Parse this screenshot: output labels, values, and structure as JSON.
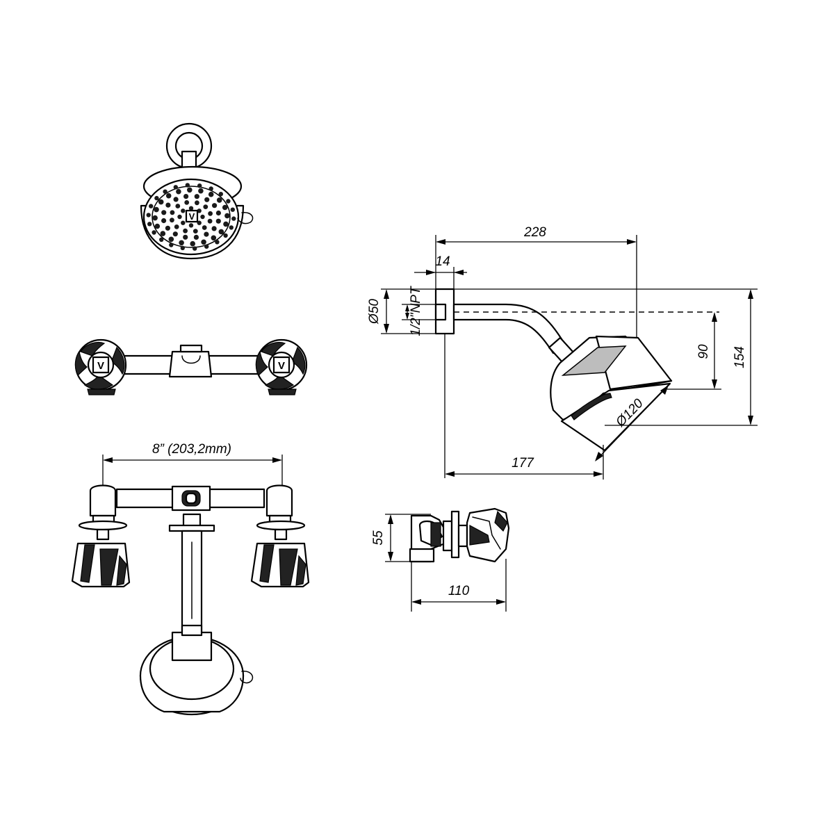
{
  "dimensions": {
    "overall_length": "228",
    "flange_thickness": "14",
    "flange_diameter": "Ø50",
    "thread_size": "1/2\"NPT",
    "head_drop": "90",
    "overall_drop": "154",
    "head_diameter": "Ø120",
    "head_reach": "177",
    "valve_height": "55",
    "valve_depth": "110",
    "handle_spacing": "8” (203,2mm)"
  },
  "logo_mark": "V"
}
